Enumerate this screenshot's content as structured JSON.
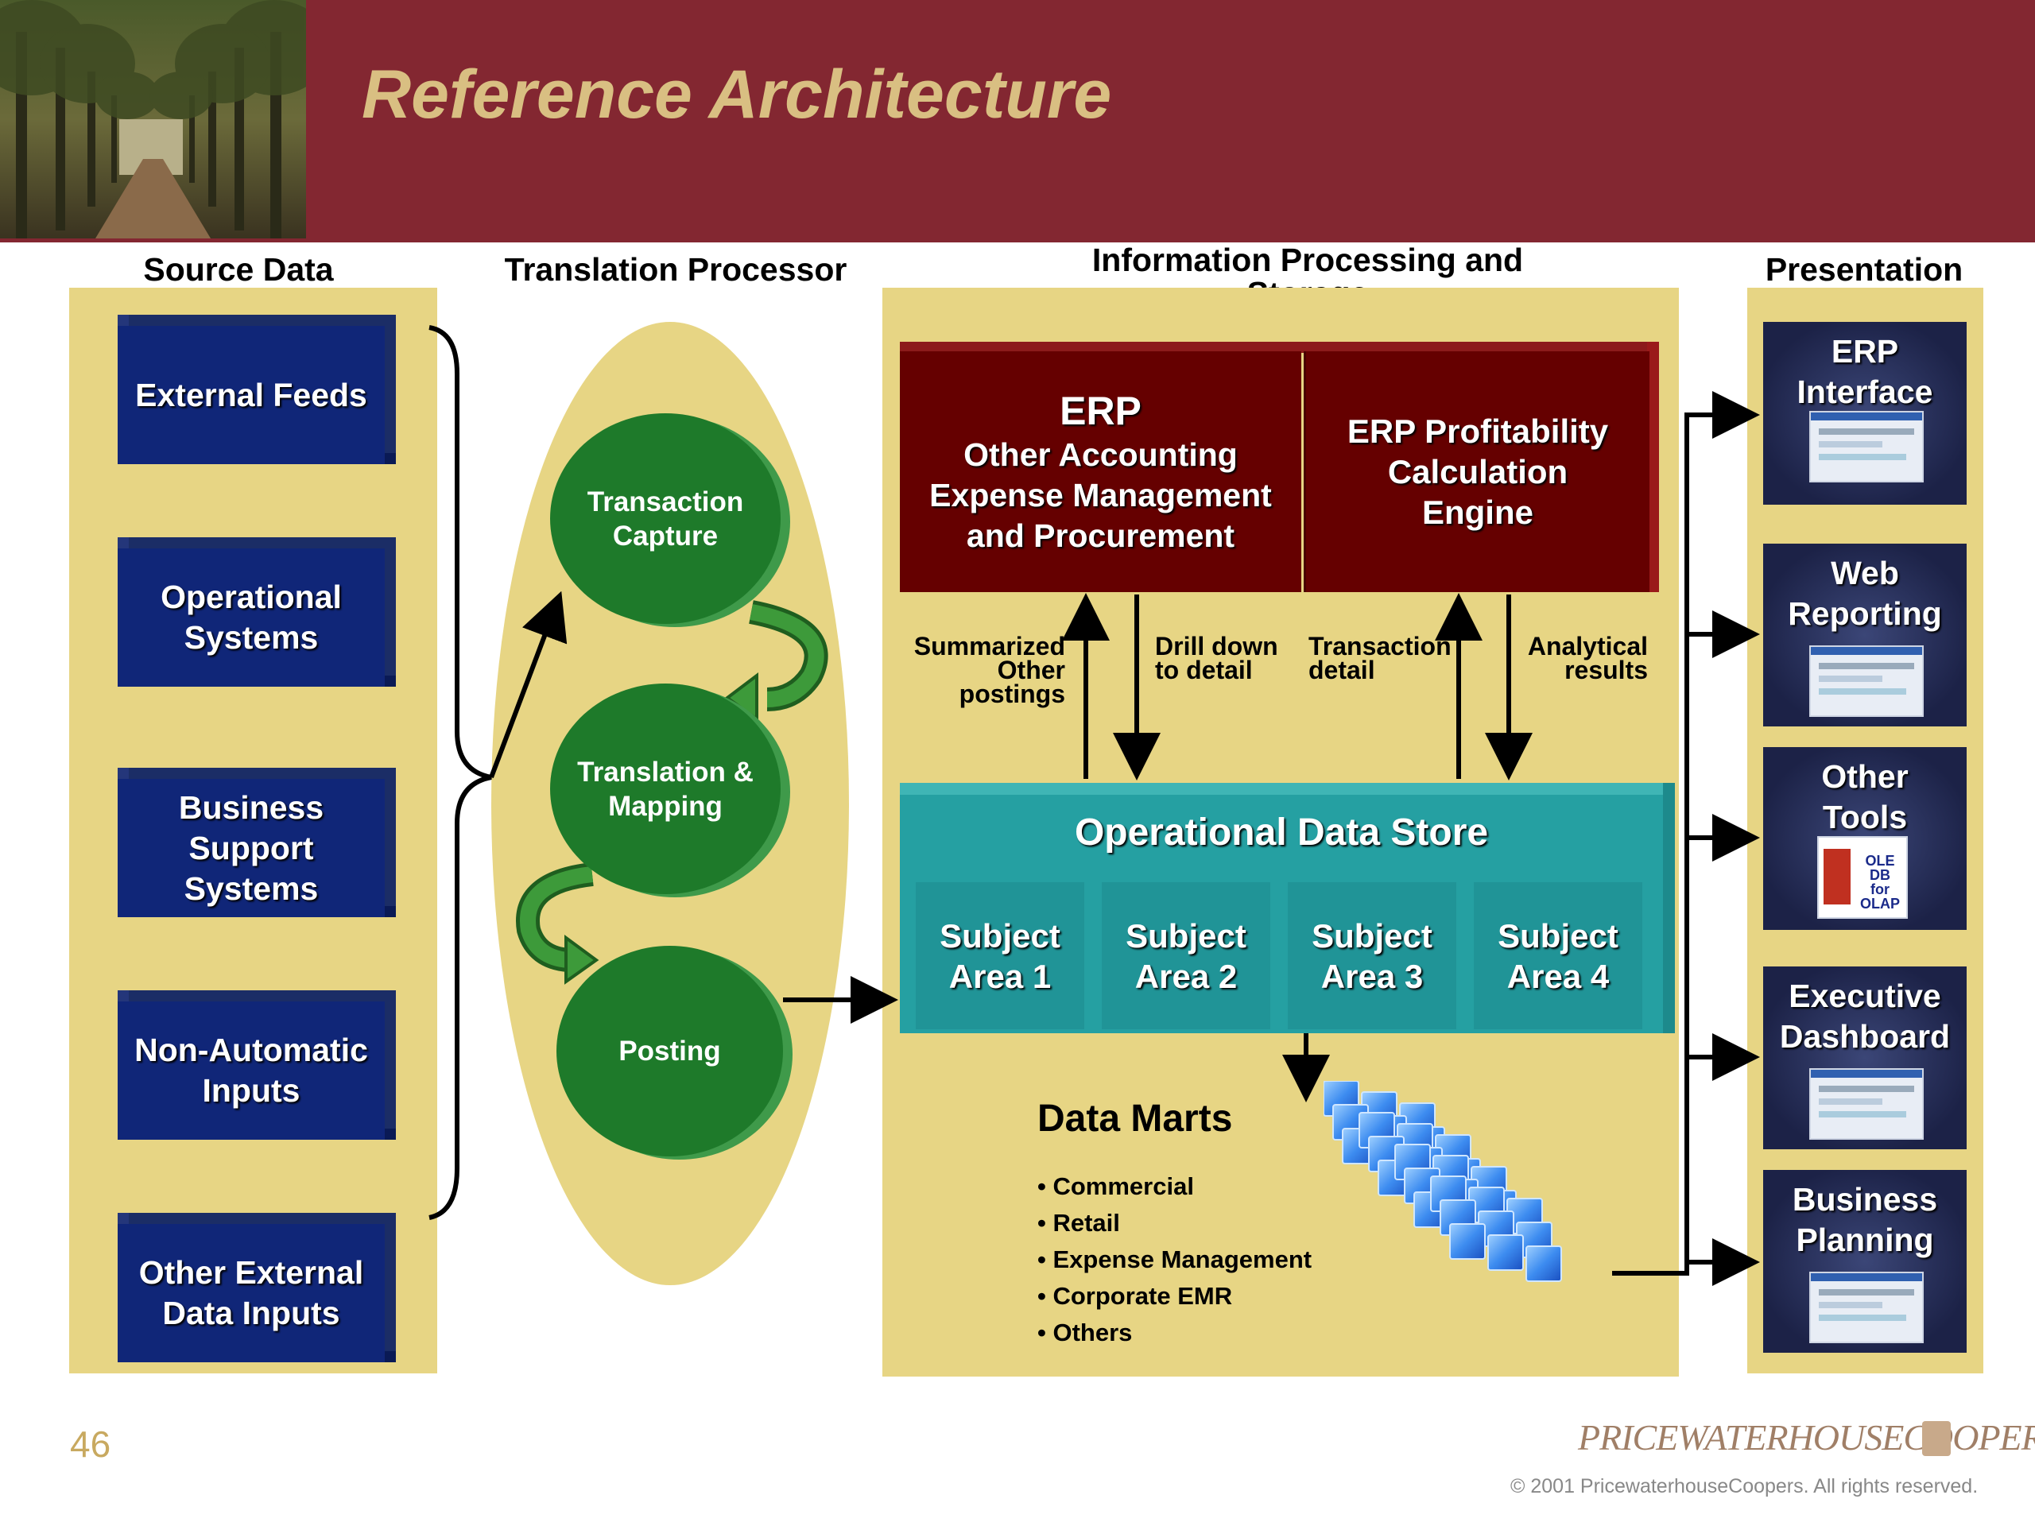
{
  "title": "Reference Architecture",
  "columns": {
    "source": "Source Data",
    "translation": "Translation Processor",
    "processing_line1": "Information Processing and",
    "processing_line2": "Storage",
    "presentation": "Presentation"
  },
  "source_items": [
    [
      "External Feeds"
    ],
    [
      "Operational",
      "Systems"
    ],
    [
      "Business",
      "Support",
      "Systems"
    ],
    [
      "Non-Automatic",
      "Inputs"
    ],
    [
      "Other External",
      "Data Inputs"
    ]
  ],
  "translation_steps": [
    [
      "Transaction",
      "Capture"
    ],
    [
      "Translation &",
      "Mapping"
    ],
    [
      "Posting"
    ]
  ],
  "erp_left": [
    "ERP",
    "Other Accounting",
    "Expense Management",
    "and Procurement"
  ],
  "erp_right": [
    "ERP Profitability",
    "Calculation",
    "Engine"
  ],
  "flow_labels": {
    "summarized": [
      "Summarized",
      "Other",
      "postings"
    ],
    "drill": [
      "Drill down",
      "to detail"
    ],
    "transaction": [
      "Transaction",
      "detail"
    ],
    "analytical": [
      "Analytical",
      "results"
    ]
  },
  "ods": {
    "title": "Operational Data Store",
    "subjects": [
      [
        "Subject",
        "Area 1"
      ],
      [
        "Subject",
        "Area 2"
      ],
      [
        "Subject",
        "Area 3"
      ],
      [
        "Subject",
        "Area 4"
      ]
    ]
  },
  "data_marts": {
    "title": "Data Marts",
    "items": [
      "• Commercial",
      "• Retail",
      "• Expense Management",
      "• Corporate EMR",
      "• Others"
    ]
  },
  "presentation_items": [
    [
      "ERP",
      "Interface"
    ],
    [
      "Web",
      "Reporting"
    ],
    [
      "Other",
      "Tools"
    ],
    [
      "Executive",
      "Dashboard"
    ],
    [
      "Business",
      "Planning"
    ]
  ],
  "ole_label": [
    "OLE DB",
    "for OLAP"
  ],
  "page_number": "46",
  "logo": "PRICEWATERHOUSECOOPERS",
  "copyright": "© 2001 PricewaterhouseCoopers.  All rights reserved.",
  "colors": {
    "header": "#832731",
    "title": "#d9bf82",
    "panel": "#e7d584",
    "source_box": "#102678",
    "circle": "#1e7a2a",
    "erp": "#650000",
    "ods": "#25a0a2",
    "presentation": "#1f2650"
  }
}
